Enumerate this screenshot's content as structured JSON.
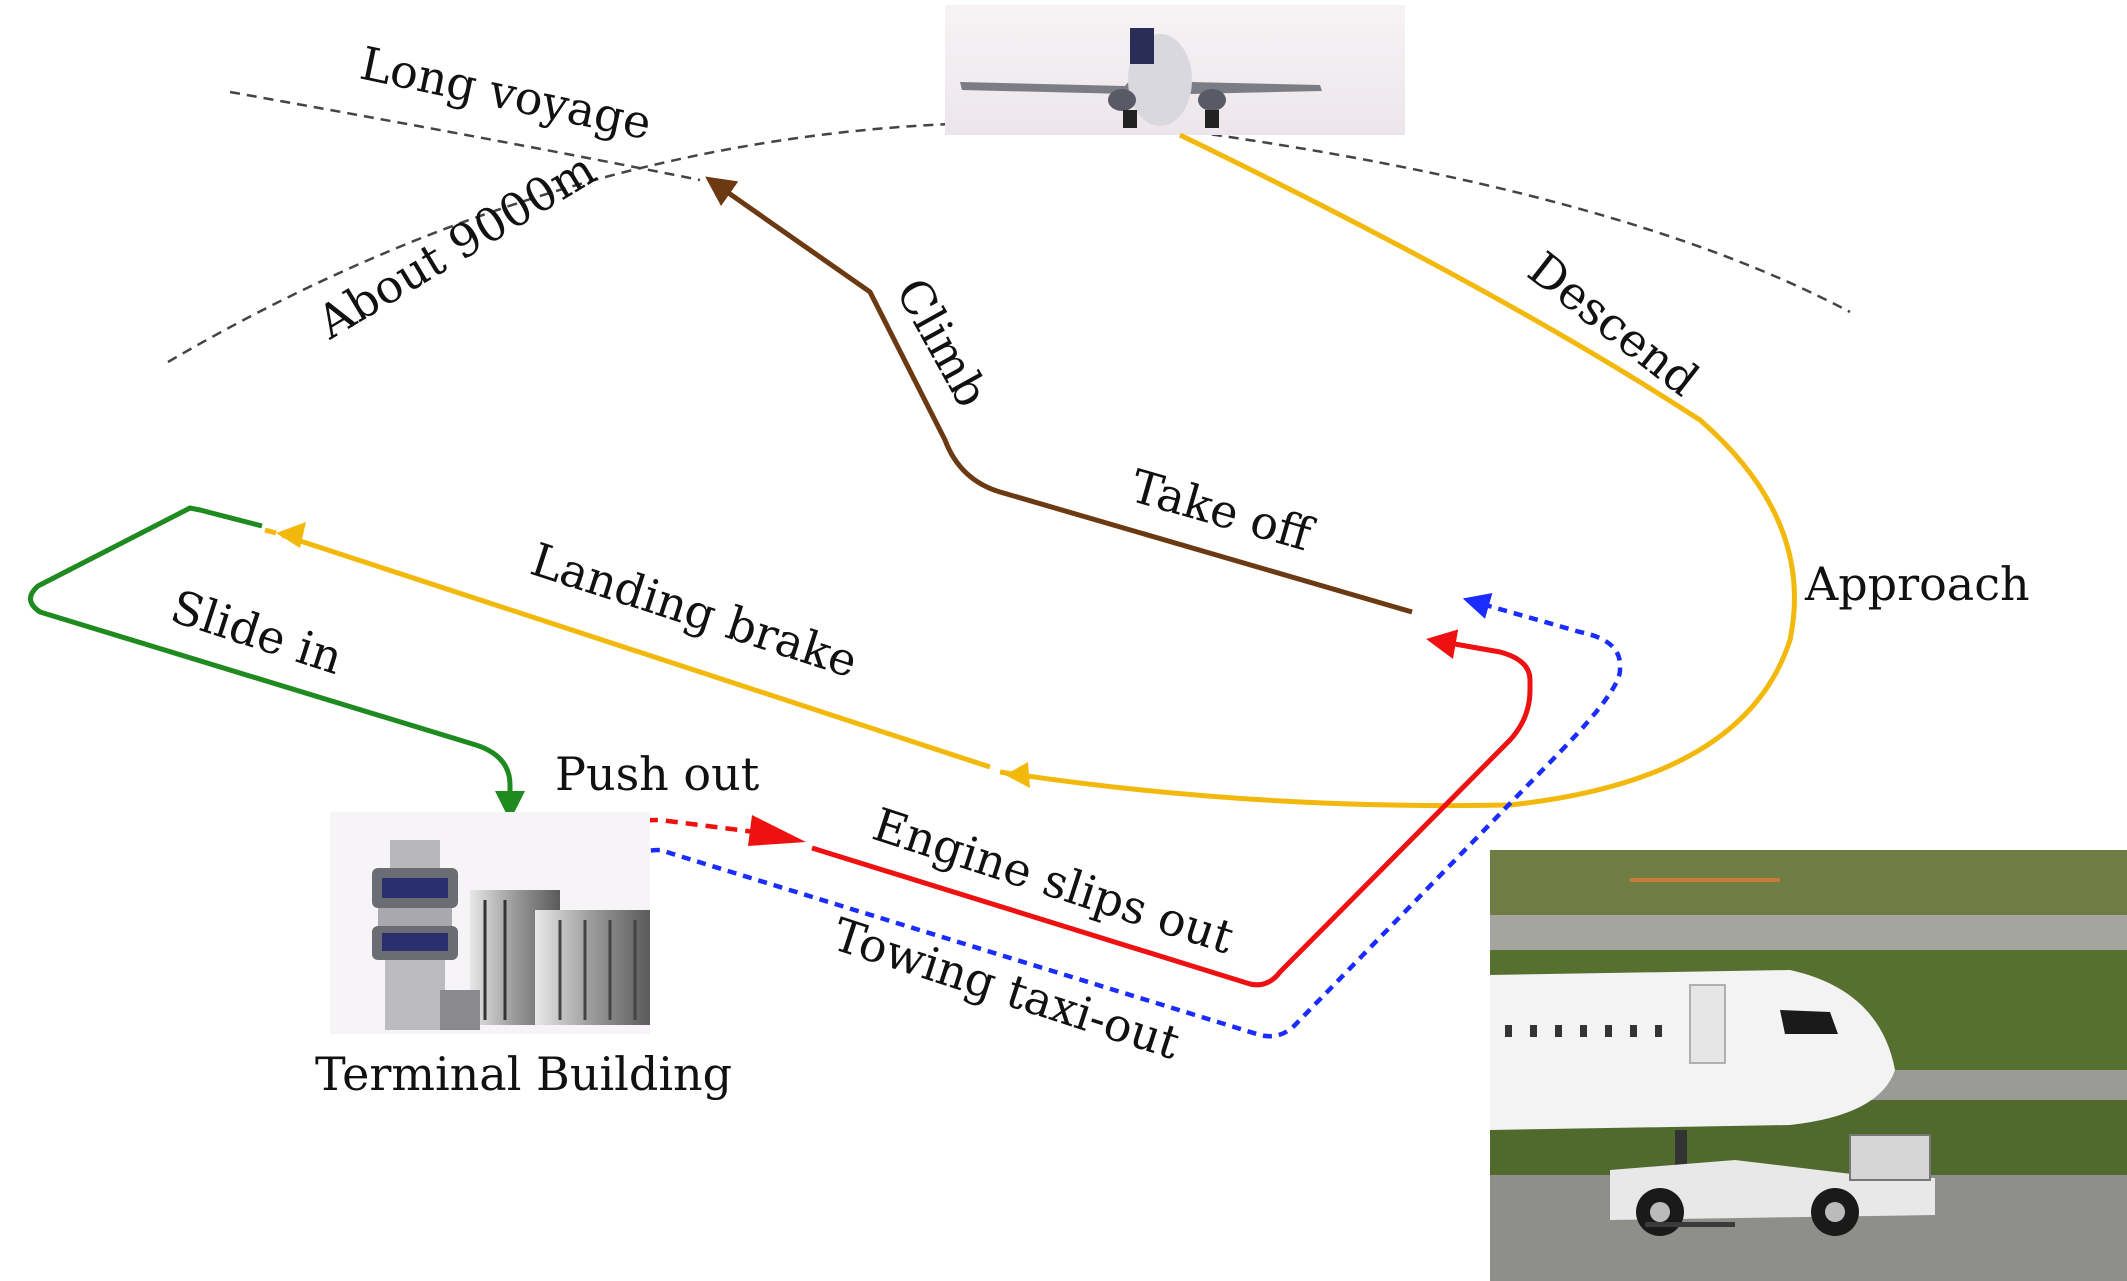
{
  "diagram": {
    "labels": {
      "long_voyage": "Long voyage",
      "altitude": "About 9000m",
      "climb": "Climb",
      "descend": "Descend",
      "take_off": "Take off",
      "approach": "Approach",
      "landing_brake": "Landing brake",
      "slide_in": "Slide in",
      "push_out": "Push out",
      "engine_slips_out": "Engine slips out",
      "towing_taxi_out": "Towing taxi-out",
      "terminal_building": "Terminal Building"
    },
    "paths": [
      {
        "name": "cruise-path",
        "color": "#444444",
        "style": "dashed"
      },
      {
        "name": "climb-path",
        "color": "#6b3a12",
        "style": "solid"
      },
      {
        "name": "descend-landing-path",
        "color": "#f2b90c",
        "style": "solid"
      },
      {
        "name": "slide-in-path",
        "color": "#1f8a1f",
        "style": "solid"
      },
      {
        "name": "push-out-path",
        "color": "#ee1111",
        "style": "dashed"
      },
      {
        "name": "engine-taxi-path",
        "color": "#ee1111",
        "style": "solid"
      },
      {
        "name": "towing-taxi-path",
        "color": "#1a2cff",
        "style": "dashed"
      }
    ],
    "images": {
      "airplane": "airplane-in-flight-photo",
      "terminal": "terminal-building-icon",
      "tug": "aircraft-towing-tug-photo"
    }
  }
}
